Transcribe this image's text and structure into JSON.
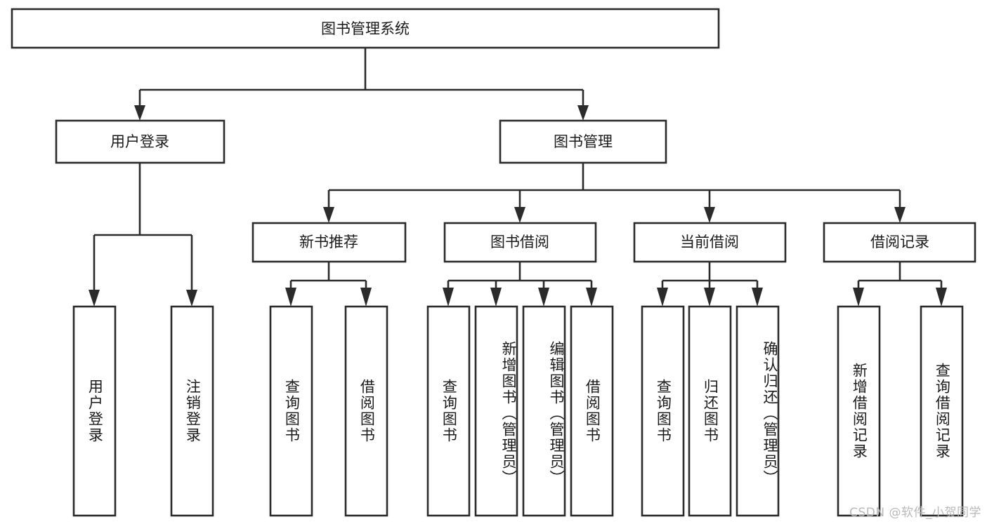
{
  "diagram": {
    "title": "图书管理系统",
    "type": "tree",
    "orientation": "top-down",
    "colors": {
      "box_stroke": "#2b2b2b",
      "box_fill": "#ffffff",
      "text": "#1a1a1a",
      "background": "#ffffff",
      "watermark": "#b9b9b9"
    },
    "root": {
      "id": "root",
      "label": "图书管理系统"
    },
    "level2": [
      {
        "id": "user-login",
        "label": "用户登录"
      },
      {
        "id": "book-manage",
        "label": "图书管理"
      }
    ],
    "level3": [
      {
        "id": "new-book-recommend",
        "label": "新书推荐",
        "parent": "book-manage"
      },
      {
        "id": "book-borrow",
        "label": "图书借阅",
        "parent": "book-manage"
      },
      {
        "id": "current-borrow",
        "label": "当前借阅",
        "parent": "book-manage"
      },
      {
        "id": "borrow-record",
        "label": "借阅记录",
        "parent": "book-manage"
      }
    ],
    "leaves": {
      "user-login": [
        {
          "id": "leaf-user-login",
          "label": "用户登录"
        },
        {
          "id": "leaf-user-logout",
          "label": "注销登录"
        }
      ],
      "new-book-recommend": [
        {
          "id": "leaf-query-book-1",
          "label": "查询图书"
        },
        {
          "id": "leaf-borrow-book-1",
          "label": "借阅图书"
        }
      ],
      "book-borrow": [
        {
          "id": "leaf-query-book-2",
          "label": "查询图书"
        },
        {
          "id": "leaf-add-book",
          "label": "新增图书（管理员）"
        },
        {
          "id": "leaf-edit-book",
          "label": "编辑图书（管理员）"
        },
        {
          "id": "leaf-borrow-book-2",
          "label": "借阅图书"
        }
      ],
      "current-borrow": [
        {
          "id": "leaf-query-book-3",
          "label": "查询图书"
        },
        {
          "id": "leaf-return-book",
          "label": "归还图书"
        },
        {
          "id": "leaf-confirm-return",
          "label": "确认归还（管理员）"
        }
      ],
      "borrow-record": [
        {
          "id": "leaf-add-record",
          "label": "新增借阅记录"
        },
        {
          "id": "leaf-query-record",
          "label": "查询借阅记录"
        }
      ]
    }
  },
  "watermark": {
    "text": "CSDN @软件_小贺同学"
  }
}
